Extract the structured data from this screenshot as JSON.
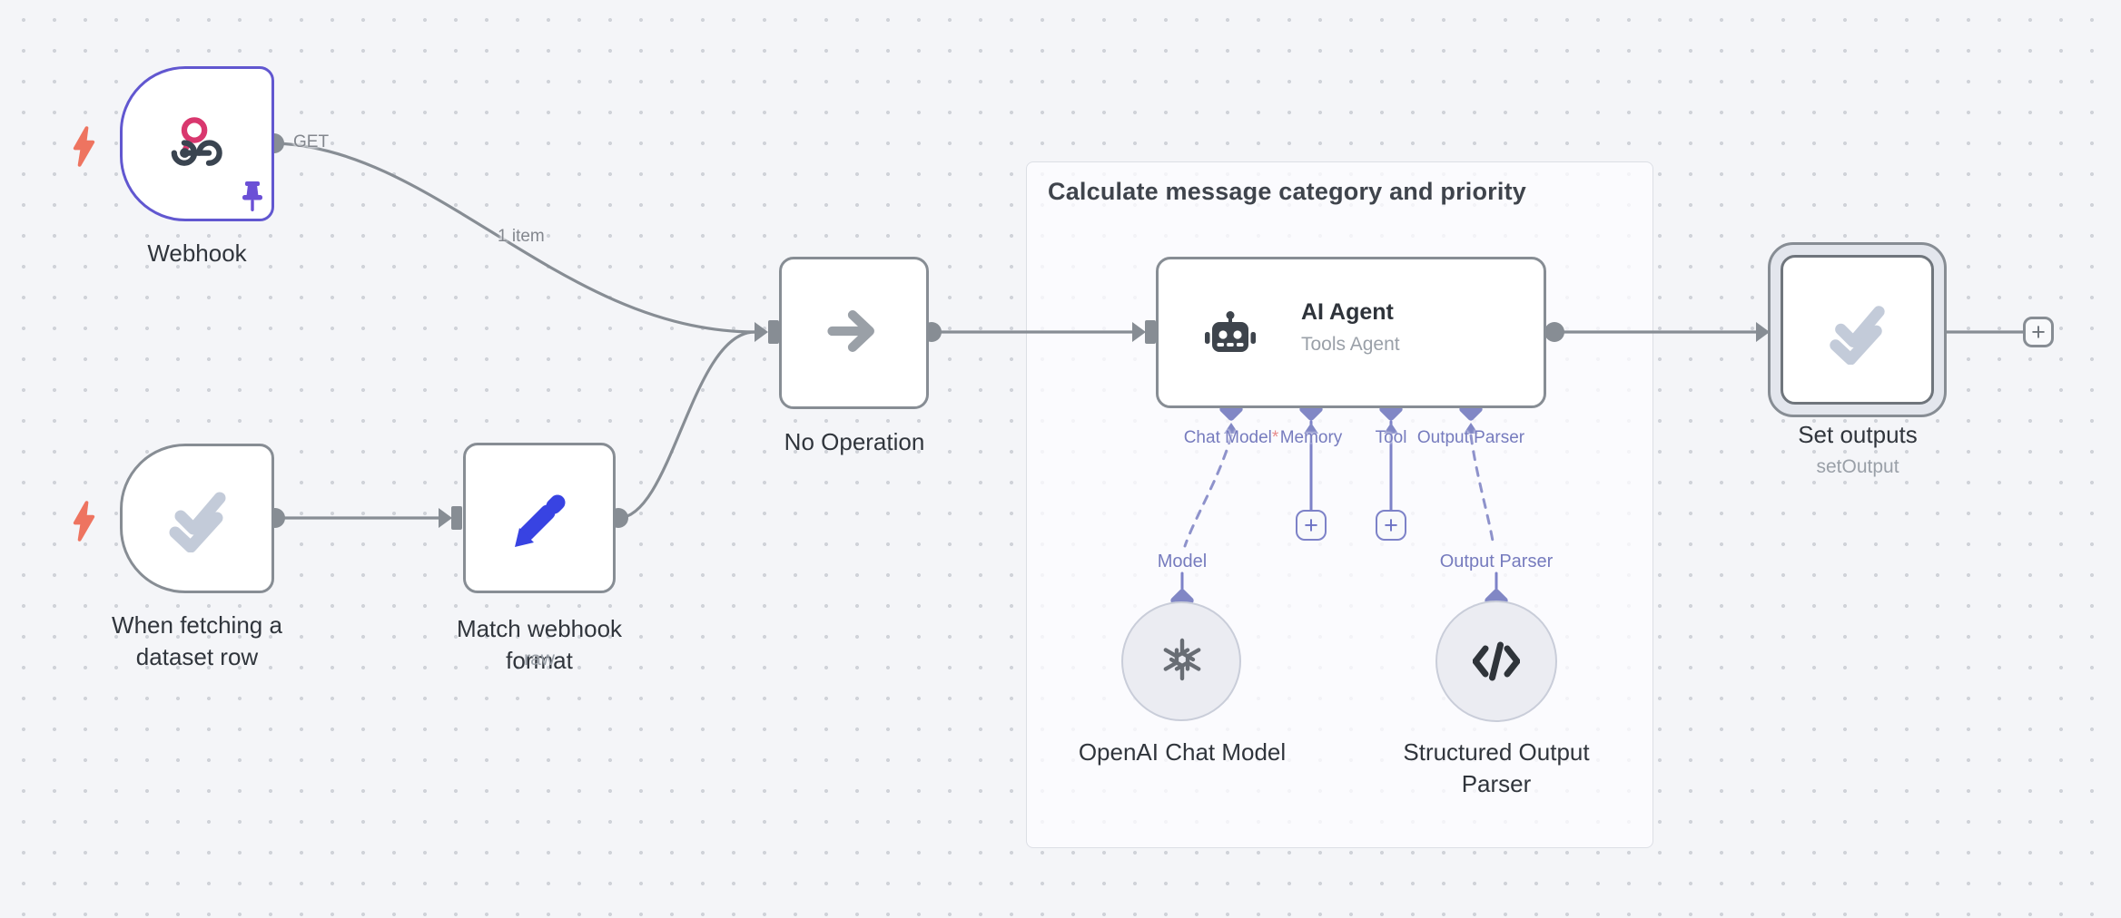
{
  "frame": {
    "title": "Calculate message category and priority"
  },
  "labels": {
    "get": "GET",
    "one_item": "1 item"
  },
  "nodes": {
    "webhook": {
      "title": "Webhook"
    },
    "when_fetching": {
      "title": "When fetching a dataset row"
    },
    "match_format": {
      "title": "Match webhook format",
      "subtitle": "raw"
    },
    "no_operation": {
      "title": "No Operation"
    },
    "ai_agent": {
      "title": "AI Agent",
      "subtitle": "Tools Agent",
      "ports": {
        "chat_model": "Chat Model",
        "chat_model_required": "*",
        "memory": "Memory",
        "tool": "Tool",
        "output_parser": "Output Parser"
      }
    },
    "openai_chat_model": {
      "title": "OpenAI Chat Model",
      "input_label": "Model"
    },
    "structured_output_parser": {
      "title": "Structured Output Parser",
      "input_label": "Output Parser"
    },
    "set_outputs": {
      "title": "Set outputs",
      "subtitle": "setOutput"
    }
  },
  "buttons": {
    "add_memory": "+",
    "add_tool": "+",
    "add_next": "+"
  },
  "colors": {
    "canvas_bg": "#f4f5f8",
    "node_border": "#878d94",
    "pinned_border": "#6157d0",
    "accent_indigo": "#7d82c8",
    "trigger_bolt": "#ee7460",
    "webhook_pink": "#d9376e",
    "pencil_blue": "#3843e2",
    "check_gray_blue": "#c3cbd9"
  }
}
